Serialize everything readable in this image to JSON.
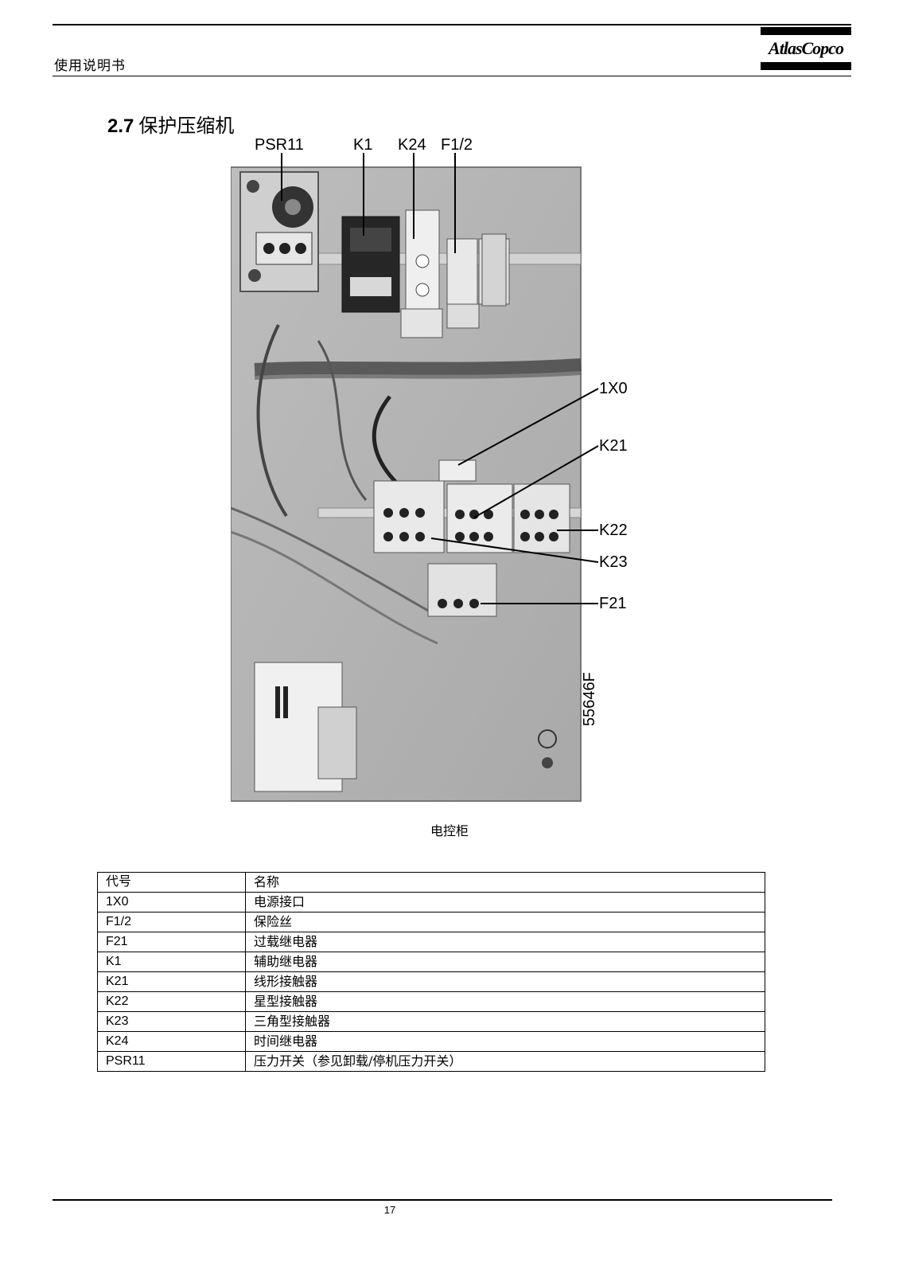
{
  "header": {
    "doc_title": "使用说明书",
    "logo_text": "AtlasCopco"
  },
  "section": {
    "number": "2.7",
    "title": "保护压缩机"
  },
  "figure": {
    "callouts": {
      "psr11": "PSR11",
      "k1": "K1",
      "k24": "K24",
      "f12": "F1/2",
      "x10": "1X0",
      "k21": "K21",
      "k22": "K22",
      "k23": "K23",
      "f21": "F21"
    },
    "code": "55646F",
    "caption": "电控柜"
  },
  "legend_table": {
    "headers": {
      "code": "代号",
      "name": "名称"
    },
    "rows": [
      {
        "code": "1X0",
        "name": "电源接口"
      },
      {
        "code": "F1/2",
        "name": "保险丝"
      },
      {
        "code": "F21",
        "name": "过载继电器"
      },
      {
        "code": "K1",
        "name": "辅助继电器"
      },
      {
        "code": "K21",
        "name": "线形接触器"
      },
      {
        "code": "K22",
        "name": "星型接触器"
      },
      {
        "code": "K23",
        "name": "三角型接触器"
      },
      {
        "code": "K24",
        "name": "时间继电器"
      },
      {
        "code": "PSR11",
        "name": "压力开关（参见卸载/停机压力开关）"
      }
    ]
  },
  "footer": {
    "page_number": "17"
  }
}
